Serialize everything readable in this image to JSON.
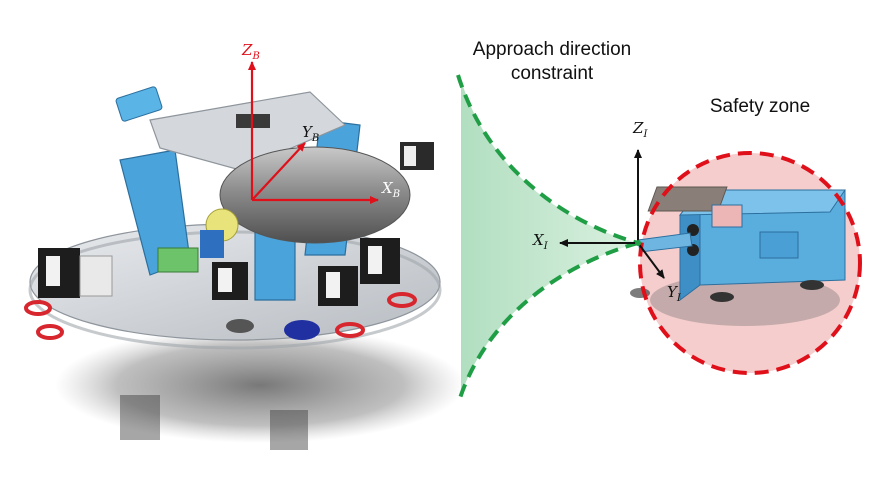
{
  "labels": {
    "approach_line1": "Approach direction",
    "approach_line2": "constraint",
    "safety_zone": "Safety zone"
  },
  "body_frame": {
    "z": {
      "base": "Z",
      "sub": "B"
    },
    "y": {
      "base": "Y",
      "sub": "B"
    },
    "x": {
      "base": "X",
      "sub": "B"
    }
  },
  "interface_frame": {
    "z": {
      "base": "Z",
      "sub": "I"
    },
    "x": {
      "base": "X",
      "sub": "I"
    },
    "y": {
      "base": "Y",
      "sub": "I"
    }
  },
  "colors": {
    "body_axes": "#e0101a",
    "interface_axes": "#111111",
    "approach_cone_fill": "#bfe5cc",
    "approach_cone_edge": "#1f9e45",
    "safety_zone_fill": "#f3c4c4",
    "safety_zone_edge": "#e0101a",
    "chaser_structure": "#4aa3da",
    "target_structure": "#5aaede"
  },
  "icons": {
    "chaser": "free-flying-robot-illustration",
    "target": "target-spacecraft-illustration"
  }
}
